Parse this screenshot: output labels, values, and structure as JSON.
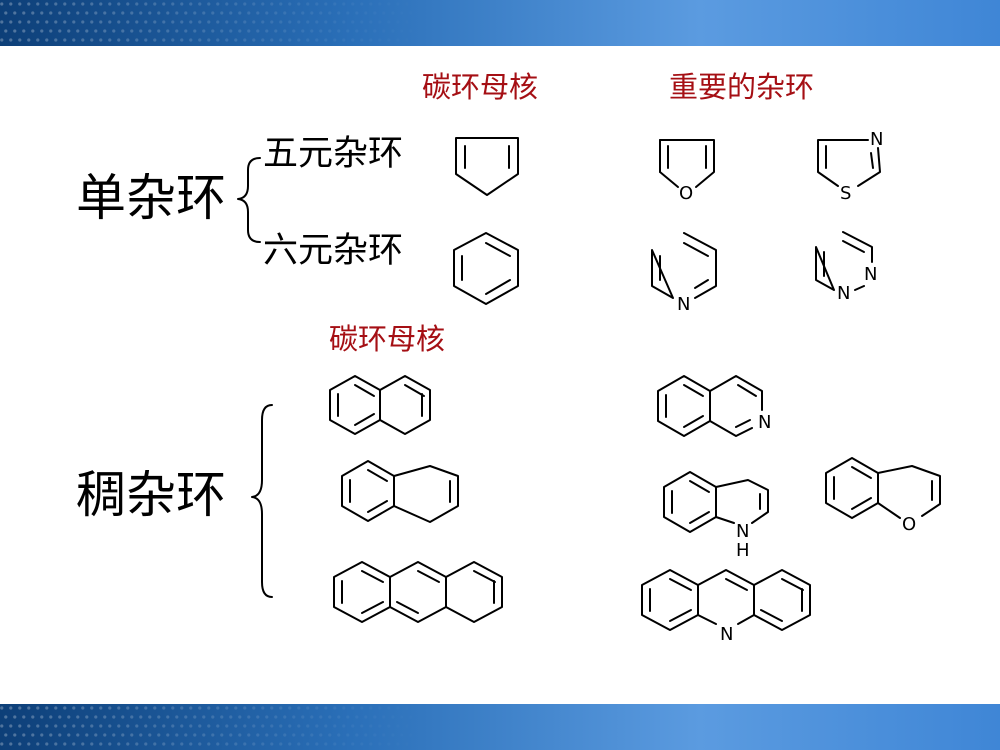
{
  "headings": {
    "carbocycle_top": "碳环母核",
    "heterocycle_top": "重要的杂环",
    "carbocycle_fused": "碳环母核"
  },
  "categories": {
    "monocyclic": "单杂环",
    "five_membered": "五元杂环",
    "six_membered": "六元杂环",
    "fused": "稠杂环"
  },
  "atoms": {
    "furan_o": "O",
    "thiazole_n": "N",
    "thiazole_s": "S",
    "pyridine_n": "N",
    "pyridazine_n1": "N",
    "pyridazine_n2": "N",
    "isoquinoline_n": "N",
    "indole_n": "N",
    "indole_h": "H",
    "benzofuran_o": "O",
    "acridine_n": "N"
  },
  "colors": {
    "heading": "#a50f14",
    "band": "#2a6fb8"
  }
}
